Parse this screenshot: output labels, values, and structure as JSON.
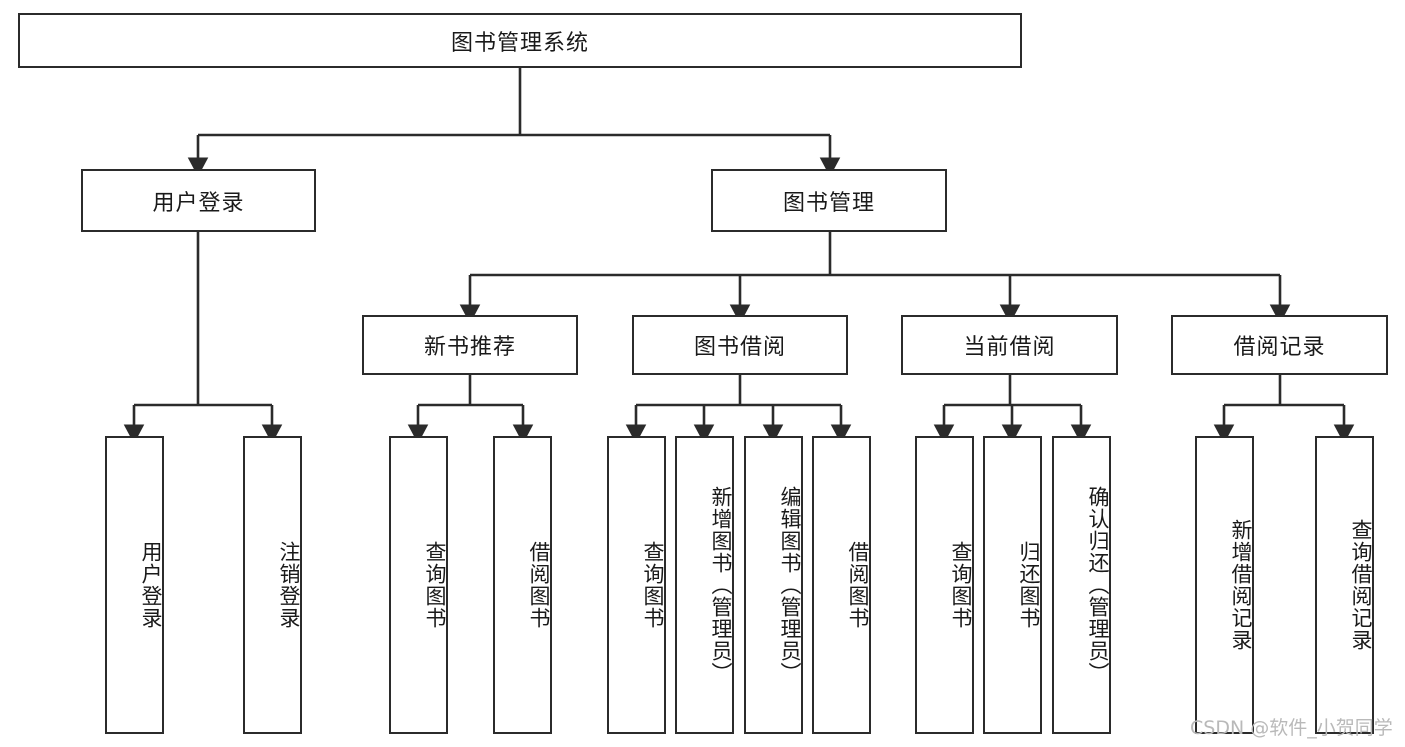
{
  "diagram": {
    "title": "图书管理系统",
    "watermark": "CSDN @软件_小贺同学",
    "line_color": "#2b2b2b",
    "text_color": "#1a1a1a",
    "background": "#ffffff",
    "root": {
      "label": "图书管理系统"
    },
    "level2": [
      {
        "label": "用户登录"
      },
      {
        "label": "图书管理"
      }
    ],
    "level3": [
      {
        "label": "新书推荐"
      },
      {
        "label": "图书借阅"
      },
      {
        "label": "当前借阅"
      },
      {
        "label": "借阅记录"
      }
    ],
    "leaves": {
      "user_login": [
        {
          "label": "用户登录"
        },
        {
          "label": "注销登录"
        }
      ],
      "new_book_recommend": [
        {
          "label": "查询图书"
        },
        {
          "label": "借阅图书"
        }
      ],
      "book_borrow": [
        {
          "label": "查询图书"
        },
        {
          "label": "新增图书（管理员）"
        },
        {
          "label": "编辑图书（管理员）"
        },
        {
          "label": "借阅图书"
        }
      ],
      "current_borrow": [
        {
          "label": "查询图书"
        },
        {
          "label": "归还图书"
        },
        {
          "label": "确认归还（管理员）"
        }
      ],
      "borrow_records": [
        {
          "label": "新增借阅记录"
        },
        {
          "label": "查询借阅记录"
        }
      ]
    }
  }
}
